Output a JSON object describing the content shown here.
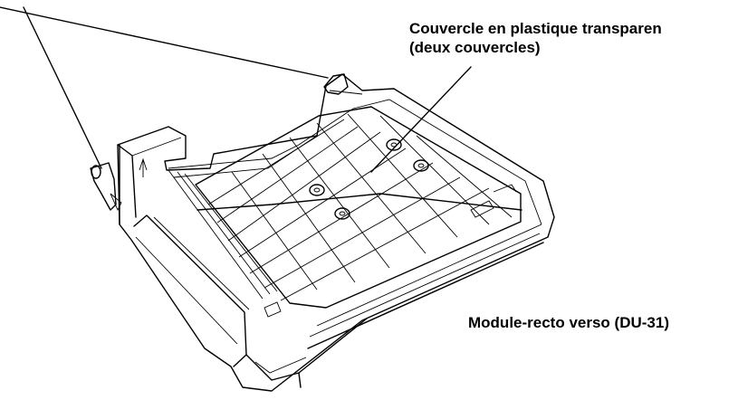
{
  "labels": {
    "cover_line1": "Couvercle en plastique transparen",
    "cover_line2": "(deux couvercles)",
    "module": "Module-recto verso (DU-31)"
  }
}
